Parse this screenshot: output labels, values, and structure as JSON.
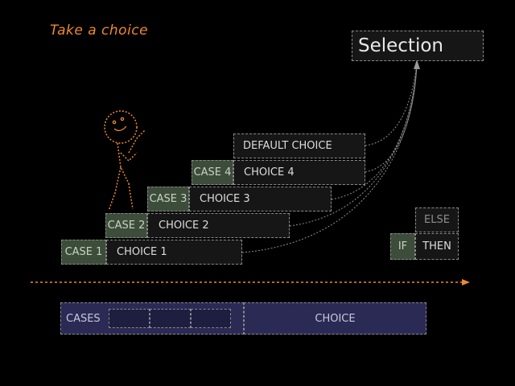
{
  "title": "Take a choice",
  "selection_label": "Selection",
  "default_choice": "DEFAULT CHOICE",
  "steps": [
    {
      "case": "CASE 1",
      "choice": "CHOICE 1"
    },
    {
      "case": "CASE 2",
      "choice": "CHOICE 2"
    },
    {
      "case": "CASE 3",
      "choice": "CHOICE 3"
    },
    {
      "case": "CASE 4",
      "choice": "CHOICE 4"
    }
  ],
  "if_then_else": {
    "if": "IF",
    "then": "THEN",
    "else": "ELSE"
  },
  "bottom_bar": {
    "cases": "CASES",
    "choice": "CHOICE"
  },
  "colors": {
    "accent": "#f0892b",
    "case_fill": "#3c4d3a",
    "bar_fill": "#2a2a55",
    "line": "#9a9a9a"
  }
}
